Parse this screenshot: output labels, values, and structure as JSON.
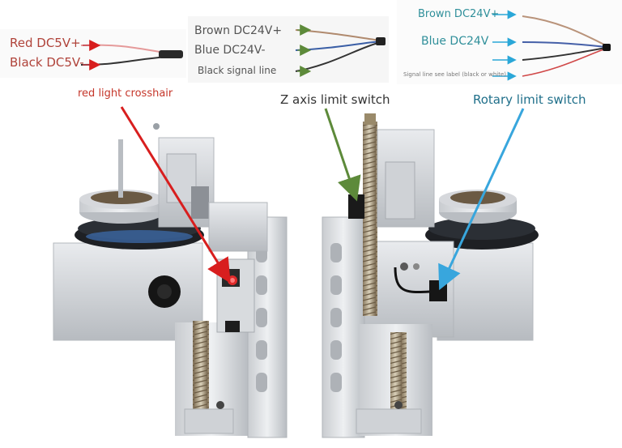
{
  "wires_left": {
    "red": "Red DC5V+",
    "black": "Black DC5V-"
  },
  "wires_middle": {
    "brown": "Brown DC24V+",
    "blue": "Blue DC24V-",
    "black": "Black signal line"
  },
  "wires_right": {
    "brown": "Brown DC24V+",
    "blue": "Blue DC24V",
    "signal": "Signal line see label (black or white)"
  },
  "callouts": {
    "laser": "red light crosshair",
    "z_axis": "Z axis limit switch",
    "rotary": "Rotary limit switch"
  },
  "colors": {
    "red_label": "#b0433a",
    "dark_label": "#555555",
    "teal_label": "#2f8f9a",
    "rotary_label": "#1f6f8a",
    "red_arrow": "#d81e1e",
    "green_arrow": "#5d8a3a",
    "blue_arrow": "#38a6dd"
  }
}
